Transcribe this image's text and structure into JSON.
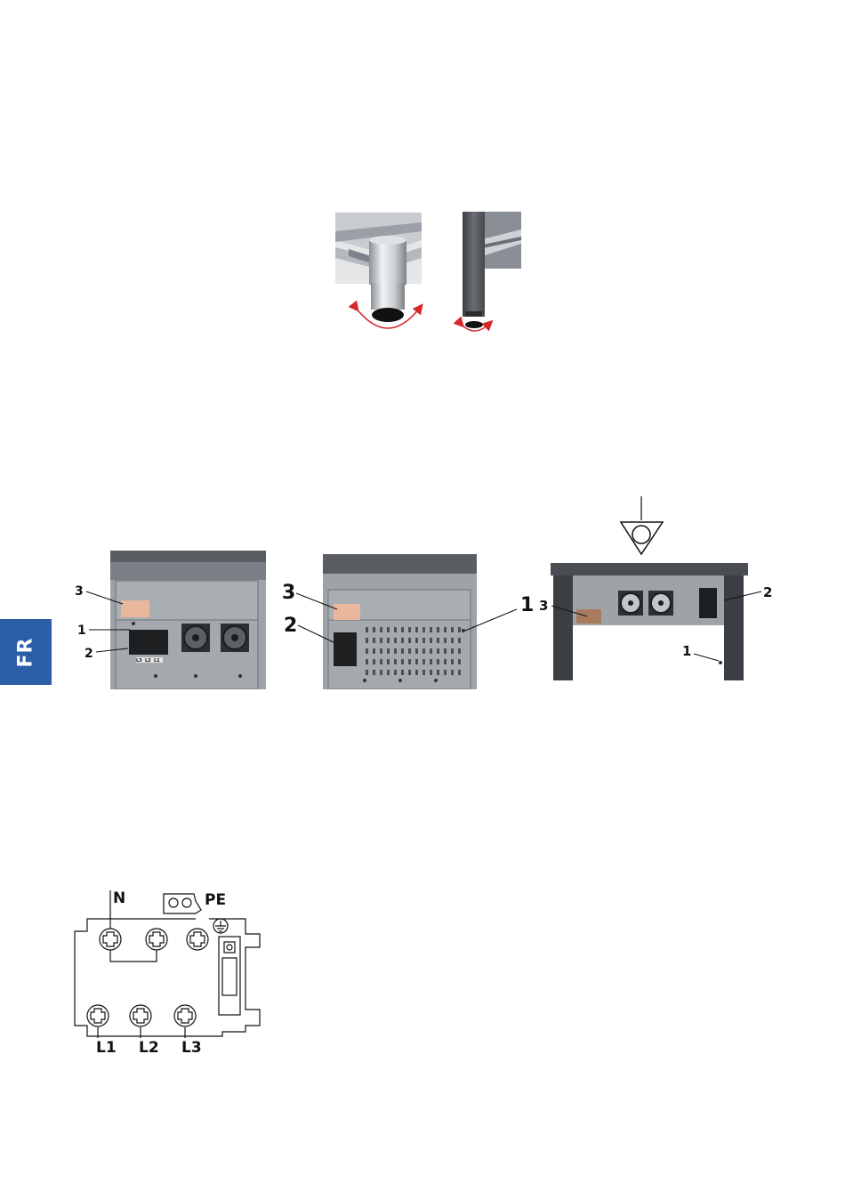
{
  "language_tab": {
    "label": "FR",
    "color": "#2a5ea8"
  },
  "figure_feet": {
    "arrow_color": "#d8262a"
  },
  "figure_rear_views": {
    "panel_a": {
      "callouts": {
        "c1": "1",
        "c2": "2",
        "c3": "3"
      },
      "terminal_labels": {
        "t1": "L3",
        "t2": "L2",
        "t3": "L1"
      }
    },
    "panel_b": {
      "callouts": {
        "c1": "1",
        "c2": "2",
        "c3": "3"
      }
    },
    "panel_c": {
      "callouts": {
        "c1": "1",
        "c2": "2",
        "c3": "3"
      }
    },
    "label_plate_color": "#e8b79c"
  },
  "figure_terminal_block": {
    "labels": {
      "neutral": "N",
      "earth": "PE",
      "l1": "L1",
      "l2": "L2",
      "l3": "L3"
    }
  }
}
